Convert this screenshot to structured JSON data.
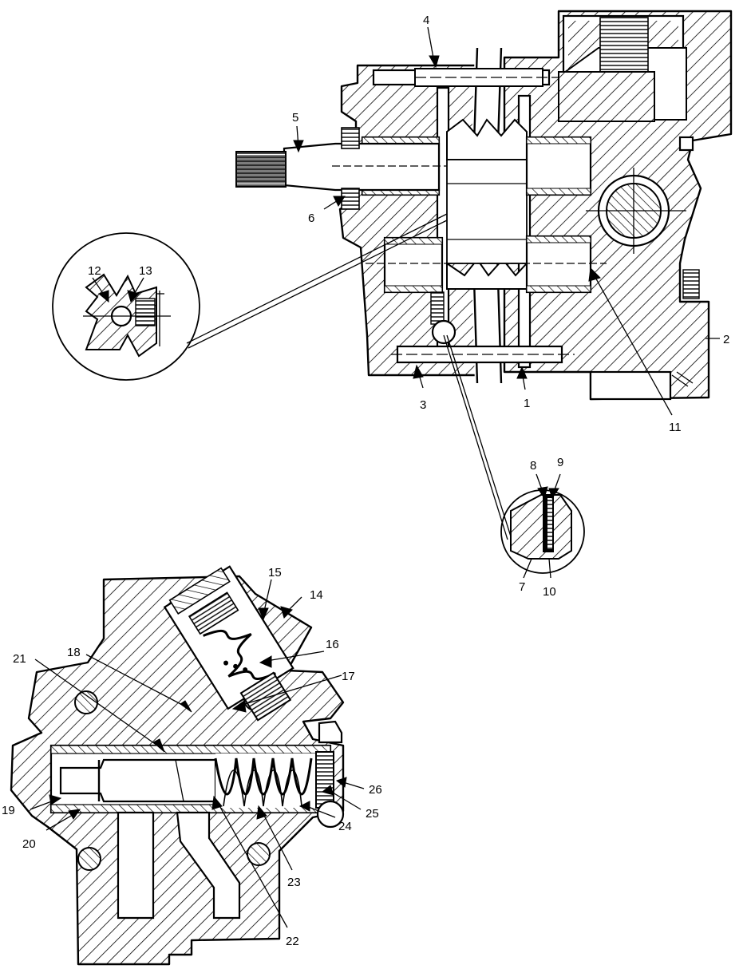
{
  "diagram": {
    "callouts": [
      "1",
      "2",
      "3",
      "4",
      "5",
      "6",
      "7",
      "8",
      "9",
      "10",
      "11",
      "12",
      "13",
      "14",
      "15",
      "16",
      "17",
      "18",
      "19",
      "20",
      "21",
      "22",
      "23",
      "24",
      "25",
      "26"
    ],
    "colors": {
      "ink": "#000000",
      "paper": "#ffffff"
    }
  }
}
